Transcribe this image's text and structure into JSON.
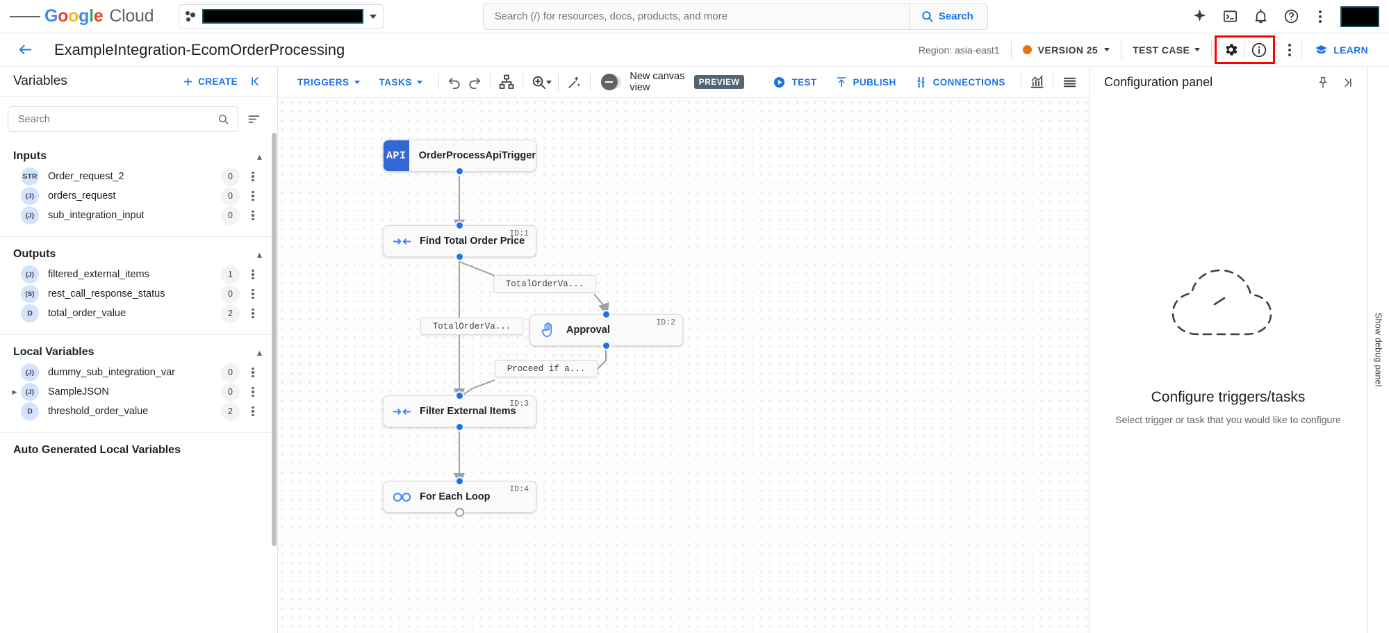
{
  "topbar": {
    "menu_icon": "hamburger-menu-icon",
    "logo": {
      "google": "Google",
      "cloud": "Cloud"
    },
    "project_selector": {
      "value": "",
      "redacted": true,
      "icon": "project-dots-icon"
    },
    "search": {
      "placeholder": "Search (/) for resources, docs, products, and more",
      "value": "",
      "button_label": "Search",
      "button_icon": "search-icon"
    },
    "icons": [
      "gemini-sparkle-icon",
      "cloud-shell-icon",
      "notifications-bell-icon",
      "help-icon",
      "more-options-icon"
    ],
    "avatar": {
      "redacted": true
    }
  },
  "page_header": {
    "back_icon": "back-arrow-icon",
    "title": "ExampleIntegration-EcomOrderProcessing",
    "region": "Region: asia-east1",
    "version": {
      "label": "VERSION 25",
      "dot_color": "#E8710A"
    },
    "test_case": "TEST CASE",
    "highlighted_icons": [
      "settings-gear-icon",
      "info-circle-icon"
    ],
    "highlight_color": "#ff0000",
    "more_icon": "more-options-icon",
    "learn": {
      "label": "LEARN",
      "icon": "learn-book-icon"
    }
  },
  "variables_panel": {
    "title": "Variables",
    "create_label": "CREATE",
    "create_icon": "plus-icon",
    "collapse_icon": "collapse-panel-icon",
    "search": {
      "placeholder": "Search",
      "value": "",
      "icon": "search-icon"
    },
    "sort_icon": "sort-filter-icon",
    "sections": [
      {
        "title": "Inputs",
        "chevron": "chevron-up-icon",
        "items": [
          {
            "type": "STR",
            "name": "Order_request_2",
            "count": "0",
            "expandable": false
          },
          {
            "type": "{J}",
            "name": "orders_request",
            "count": "0",
            "expandable": false
          },
          {
            "type": "{J}",
            "name": "sub_integration_input",
            "count": "0",
            "expandable": false
          }
        ]
      },
      {
        "title": "Outputs",
        "chevron": "chevron-up-icon",
        "items": [
          {
            "type": "{J}",
            "name": "filtered_external_items",
            "count": "1",
            "expandable": false
          },
          {
            "type": "[S]",
            "name": "rest_call_response_status",
            "count": "0",
            "expandable": false
          },
          {
            "type": "D",
            "name": "total_order_value",
            "count": "2",
            "expandable": false
          }
        ]
      },
      {
        "title": "Local Variables",
        "chevron": "chevron-up-icon",
        "items": [
          {
            "type": "{J}",
            "name": "dummy_sub_integration_var",
            "count": "0",
            "expandable": false
          },
          {
            "type": "{J}",
            "name": "SampleJSON",
            "count": "0",
            "expandable": true
          },
          {
            "type": "D",
            "name": "threshold_order_value",
            "count": "2",
            "expandable": false
          }
        ]
      },
      {
        "title": "Auto Generated Local Variables",
        "chevron": "",
        "items": []
      }
    ]
  },
  "canvas_toolbar": {
    "triggers": "TRIGGERS",
    "tasks": "TASKS",
    "icons": [
      "undo-icon",
      "redo-icon",
      "auto-layout-icon",
      "zoom-icon",
      "magic-wand-icon"
    ],
    "toggle": {
      "state": "off",
      "label": "New canvas view",
      "chip": "PREVIEW"
    },
    "actions": [
      {
        "label": "TEST",
        "icon": "play-circle-icon"
      },
      {
        "label": "PUBLISH",
        "icon": "publish-upload-icon"
      },
      {
        "label": "CONNECTIONS",
        "icon": "connections-icon"
      }
    ],
    "right_icons": [
      "analytics-chart-icon",
      "logs-list-icon"
    ]
  },
  "flow": {
    "nodes": [
      {
        "key": "trigger",
        "label": "OrderProcessApiTrigger",
        "badge": "API",
        "id": "",
        "icon": "api-trigger-icon"
      },
      {
        "key": "find_price",
        "label": "Find Total Order Price",
        "badge": "",
        "id": "ID:1",
        "icon": "mapping-task-icon"
      },
      {
        "key": "approval",
        "label": "Approval",
        "badge": "",
        "id": "ID:2",
        "icon": "approval-hand-icon"
      },
      {
        "key": "filter_items",
        "label": "Filter External Items",
        "badge": "",
        "id": "ID:3",
        "icon": "mapping-task-icon"
      },
      {
        "key": "for_each",
        "label": "For Each Loop",
        "badge": "",
        "id": "ID:4",
        "icon": "loop-infinity-icon"
      }
    ],
    "edge_labels": [
      {
        "key": "e1",
        "text": "TotalOrderVa..."
      },
      {
        "key": "e2",
        "text": "TotalOrderVa..."
      },
      {
        "key": "e3",
        "text": "Proceed if a..."
      }
    ]
  },
  "config_panel": {
    "title": "Configuration panel",
    "pin_icon": "pin-icon",
    "expand_icon": "expand-panel-icon",
    "empty_illustration": "dashed-cloud-icon",
    "empty_title": "Configure triggers/tasks",
    "empty_subtitle": "Select trigger or task that you would like to configure"
  },
  "debug_rail": {
    "label": "Show debug panel"
  }
}
